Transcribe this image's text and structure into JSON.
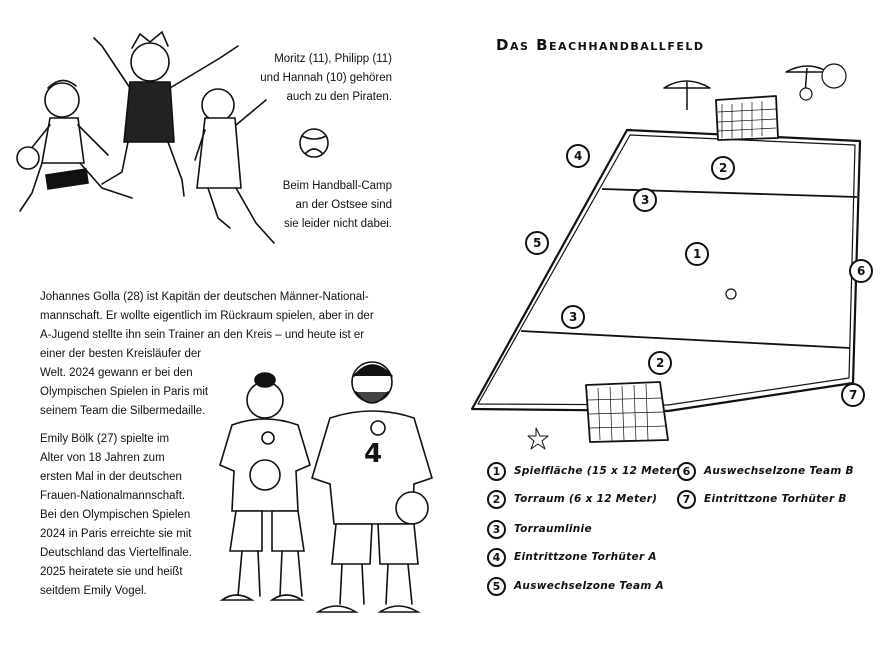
{
  "left_page": {
    "kids_caption": [
      "Moritz (11), Philipp (11)",
      "und Hannah (10) gehören",
      "auch zu den Piraten."
    ],
    "camp_caption": [
      "Beim Handball-Camp",
      "an der Ostsee sind",
      "sie leider nicht dabei."
    ],
    "golla_text": [
      "Johannes Golla (28) ist Kapitän der deutschen Männer-National-",
      "mannschaft. Er wollte eigentlich im Rückraum spielen, aber in der",
      "A-Jugend stellte ihn sein Trainer an den Kreis – und heute ist er",
      "einer der besten Kreisläufer der",
      "Welt. 2024 gewann er bei den",
      "Olympischen Spielen in Paris mit",
      "seinem Team die Silbermedaille."
    ],
    "boelk_text": [
      "Emily Bölk (27) spielte im",
      "Alter von 18 Jahren zum",
      "ersten Mal in der deutschen",
      "Frauen-Nationalmannschaft.",
      "Bei den Olympischen Spielen",
      "2024 in Paris erreichte sie mit",
      "Deutschland das Viertelfinale.",
      "2025 heiratete sie und heißt",
      "seitdem Emily Vogel."
    ],
    "jersey_number": "4"
  },
  "right_page": {
    "title": "Das Beachhandballfeld",
    "field_numbers": [
      "1",
      "2",
      "2",
      "3",
      "3",
      "4",
      "5",
      "6",
      "7"
    ],
    "legend_left": [
      {
        "num": "1",
        "label": "Spielfläche (15 x 12 Meter)"
      },
      {
        "num": "2",
        "label": "Torraum (6 x 12 Meter)"
      },
      {
        "num": "3",
        "label": "Torraumlinie"
      },
      {
        "num": "4",
        "label": "Eintrittzone Torhüter A"
      },
      {
        "num": "5",
        "label": "Auswechselzone Team A"
      }
    ],
    "legend_right": [
      {
        "num": "6",
        "label": "Auswechselzone Team B"
      },
      {
        "num": "7",
        "label": "Eintrittzone Torhüter B"
      }
    ]
  }
}
